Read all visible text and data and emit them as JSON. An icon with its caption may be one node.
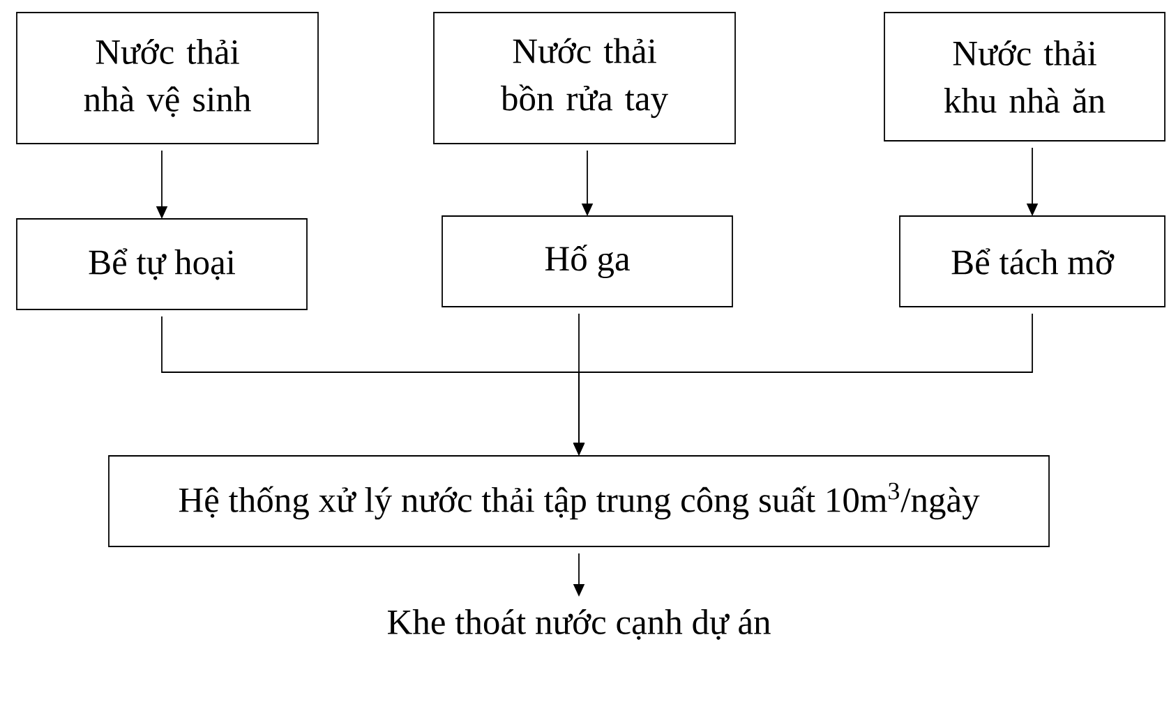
{
  "diagram": {
    "nodes": [
      {
        "text": [
          "Nước thải nhà vệ sinh"
        ]
      },
      {
        "text": [
          "Nước thải bồn rửa tay"
        ]
      },
      {
        "text": [
          "Nước thải khu nhà ăn"
        ]
      },
      {
        "text": [
          "Bể tự hoại"
        ]
      },
      {
        "text": [
          "Hố ga"
        ]
      },
      {
        "text": [
          "Bể tách mỡ"
        ]
      },
      {
        "text": [
          "Hệ thống xử lý nước thải tập trung công suất 10m$^{3}$/ngày"
        ]
      },
      {
        "text": [
          "Khe thoát nước cạnh dự án"
        ]
      }
    ],
    "edges": [
      {
        "from": 0,
        "to": 3,
        "arrow": "to"
      },
      {
        "from": 1,
        "to": 4,
        "arrow": "to"
      },
      {
        "from": 2,
        "to": 5,
        "arrow": "to"
      },
      {
        "from": 3,
        "to": 6,
        "arrow": "to"
      },
      {
        "from": 4,
        "to": 6,
        "arrow": "to"
      },
      {
        "from": 5,
        "to": 6,
        "arrow": "to"
      },
      {
        "from": 6,
        "to": 7,
        "arrow": "to"
      }
    ]
  }
}
